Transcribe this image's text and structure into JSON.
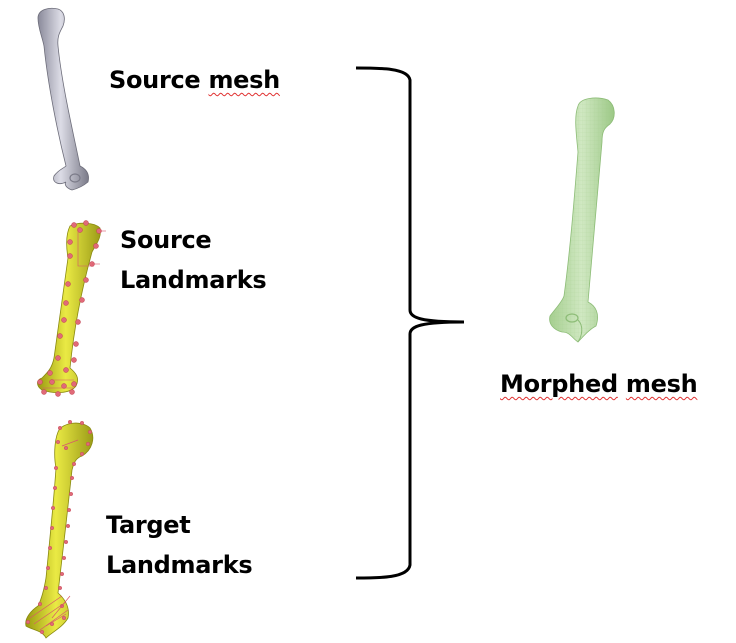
{
  "labels": {
    "source_mesh": {
      "word1": "Source",
      "word2": "mesh"
    },
    "source_landmarks": {
      "line1": "Source",
      "line2": "Landmarks"
    },
    "target_landmarks": {
      "line1": "Target",
      "line2": "Landmarks"
    },
    "morphed_mesh": {
      "word1": "Morphed",
      "word2": "mesh"
    }
  },
  "colors": {
    "source_mesh": "#b9b9c6",
    "landmark_bone": "#e0e036",
    "landmark_points": "#e06a78",
    "morphed_mesh": "#b8dba8",
    "bracket": "#000000",
    "spellcheck": "#e03030"
  },
  "icons": {
    "source_mesh_bone": "humerus-gray-mesh-icon",
    "source_landmarks_bone": "humerus-yellow-landmarks-icon",
    "target_landmarks_bone": "humerus-yellow-target-landmarks-icon",
    "morphed_mesh_bone": "humerus-green-morphed-icon",
    "bracket": "right-curly-brace-icon"
  }
}
